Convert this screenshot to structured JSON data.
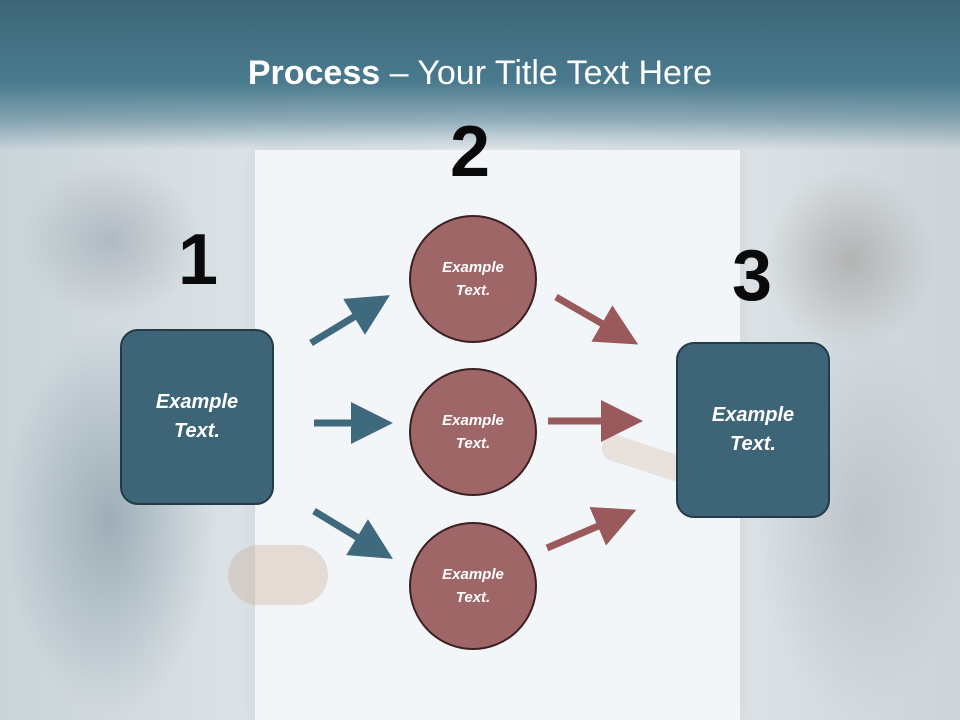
{
  "slide": {
    "title_bold": "Process",
    "title_rest": " – Your Title Text Here",
    "steps": [
      {
        "number": "1",
        "box_text": "Example\nText."
      },
      {
        "number": "2",
        "circles": [
          {
            "text": "Example\nText."
          },
          {
            "text": "Example\nText."
          },
          {
            "text": "Example\nText."
          }
        ]
      },
      {
        "number": "3",
        "box_text": "Example\nText."
      }
    ]
  },
  "colors": {
    "header": "#4a7a8e",
    "box_fill": "#3d6577",
    "circle_fill": "#9e6667",
    "arrow_blue": "#3f6a7e",
    "arrow_red": "#9a5a5c"
  },
  "icons": [
    "arrow-right-icon"
  ]
}
